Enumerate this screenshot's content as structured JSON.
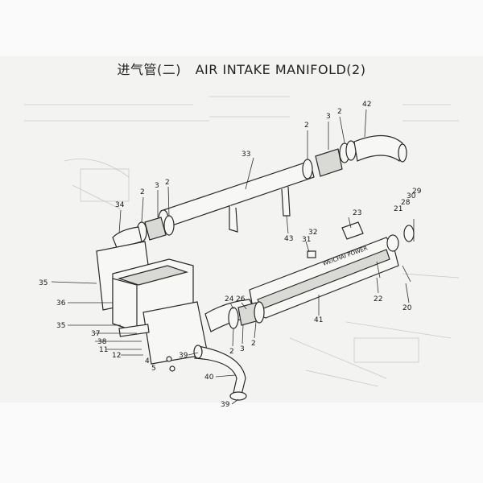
{
  "title": {
    "cn": "进气管(二)",
    "en": "AIR INTAKE MANIFOLD(2)"
  },
  "brand_text": "WEICHAI POWER",
  "callouts": [
    {
      "id": "c-42a",
      "label": "42"
    },
    {
      "id": "c-2a",
      "label": "2"
    },
    {
      "id": "c-3a",
      "label": "3"
    },
    {
      "id": "c-2b",
      "label": "2"
    },
    {
      "id": "c-33",
      "label": "33"
    },
    {
      "id": "c-34",
      "label": "34"
    },
    {
      "id": "c-2c",
      "label": "2"
    },
    {
      "id": "c-3b",
      "label": "3"
    },
    {
      "id": "c-2d",
      "label": "2"
    },
    {
      "id": "c-29",
      "label": "29"
    },
    {
      "id": "c-30",
      "label": "30"
    },
    {
      "id": "c-28",
      "label": "28"
    },
    {
      "id": "c-21",
      "label": "21"
    },
    {
      "id": "c-23",
      "label": "23"
    },
    {
      "id": "c-32",
      "label": "32"
    },
    {
      "id": "c-31",
      "label": "31"
    },
    {
      "id": "c-43",
      "label": "43"
    },
    {
      "id": "c-35a",
      "label": "35"
    },
    {
      "id": "c-36",
      "label": "36"
    },
    {
      "id": "c-24",
      "label": "24"
    },
    {
      "id": "c-26",
      "label": "26"
    },
    {
      "id": "c-22",
      "label": "22"
    },
    {
      "id": "c-20",
      "label": "20"
    },
    {
      "id": "c-41",
      "label": "41"
    },
    {
      "id": "c-35b",
      "label": "35"
    },
    {
      "id": "c-37",
      "label": "37"
    },
    {
      "id": "c-38",
      "label": "38"
    },
    {
      "id": "c-11",
      "label": "11"
    },
    {
      "id": "c-12",
      "label": "12"
    },
    {
      "id": "c-39a",
      "label": "39"
    },
    {
      "id": "c-4",
      "label": "4"
    },
    {
      "id": "c-5",
      "label": "5"
    },
    {
      "id": "c-2e",
      "label": "2"
    },
    {
      "id": "c-3c",
      "label": "3"
    },
    {
      "id": "c-2f",
      "label": "2"
    },
    {
      "id": "c-40",
      "label": "40"
    },
    {
      "id": "c-39b",
      "label": "39"
    }
  ]
}
